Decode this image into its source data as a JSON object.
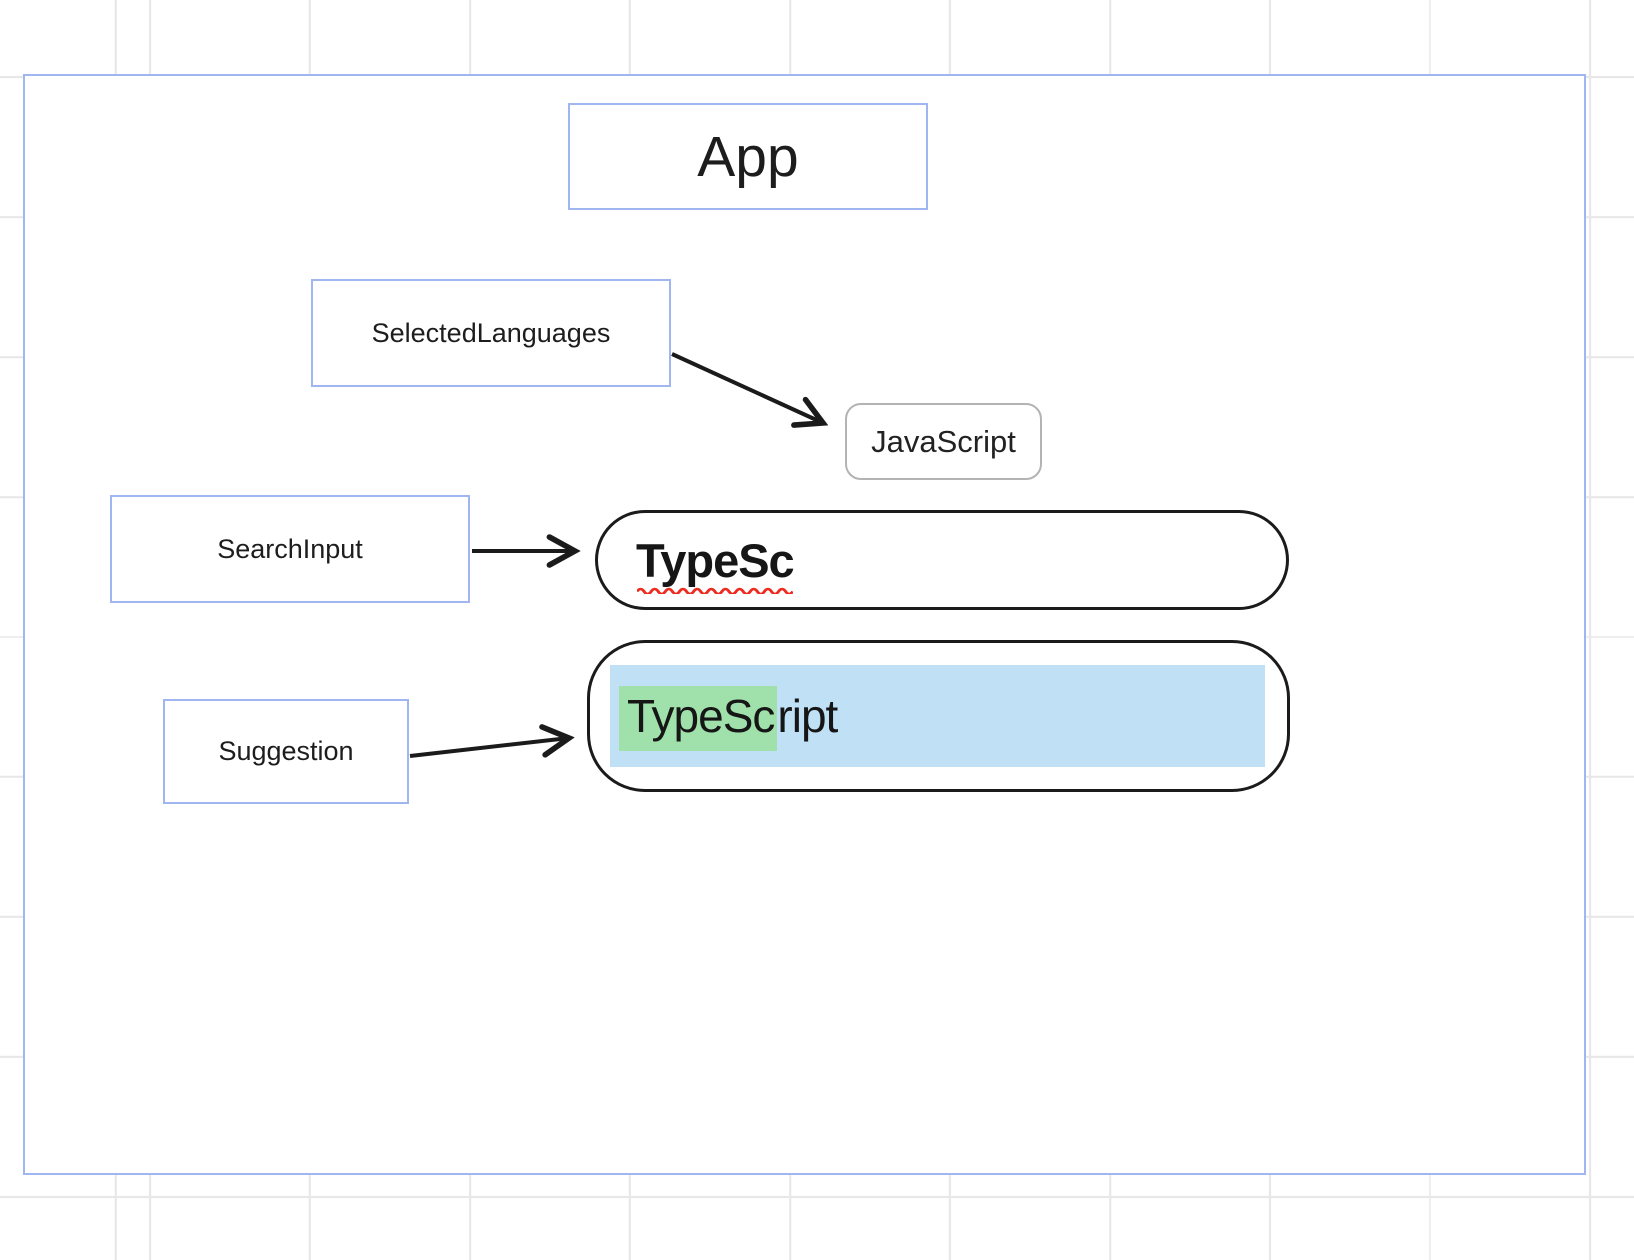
{
  "diagram": {
    "app": {
      "title": "App"
    },
    "labels": {
      "selected_languages": "SelectedLanguages",
      "search_input": "SearchInput",
      "suggestion": "Suggestion"
    },
    "chip": {
      "label": "JavaScript"
    },
    "search_field": {
      "value": "TypeSc"
    },
    "suggestion_item": {
      "text": "TypeScript",
      "match": "TypeSc",
      "rest": "ript"
    },
    "colors": {
      "grid": "#e7e7e7",
      "node_border": "#a0b6f0",
      "chip_border": "#b3b3b3",
      "stroke": "#1b1b1b",
      "suggestion_bg": "#c0e0f5",
      "match_highlight": "#a0e1ab",
      "squiggle": "#ee2b20"
    }
  }
}
